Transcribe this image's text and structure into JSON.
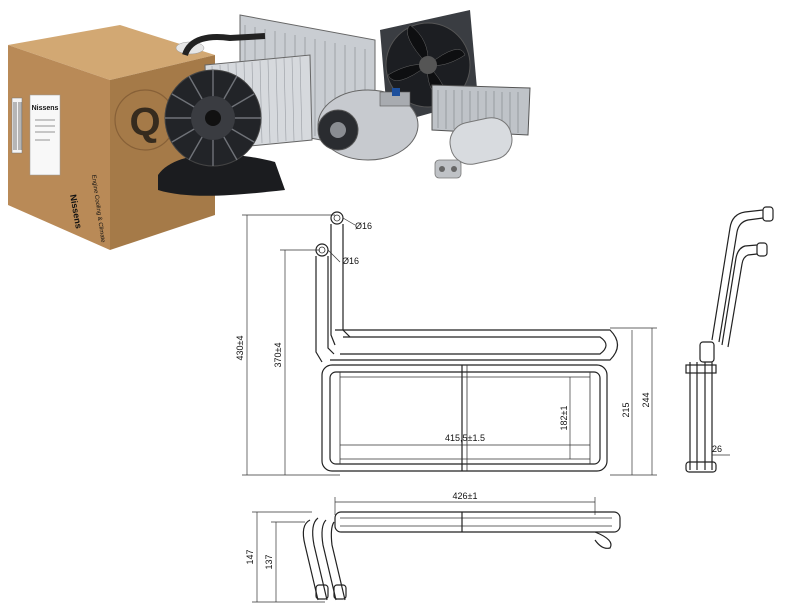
{
  "brand": {
    "box_logo_text": "Nissens",
    "box_side_text": "Engine Cooling & Climate",
    "seal_letter": "Q",
    "box_color": "#b98a57",
    "box_dark": "#8e6538",
    "brand_blue": "#1d4f9c"
  },
  "drawing": {
    "front_view": {
      "dia_top": "Ø16",
      "dia_second": "Ø16",
      "height_total": "430±4",
      "height_inlet": "370±4",
      "core_width": "415,5±1.5",
      "core_height": "182±1",
      "height_mid": "215",
      "height_outer": "244"
    },
    "side_view": {
      "depth": "26"
    },
    "bottom_view": {
      "width": "426±1",
      "height_outer": "147",
      "height_inner": "137"
    }
  }
}
